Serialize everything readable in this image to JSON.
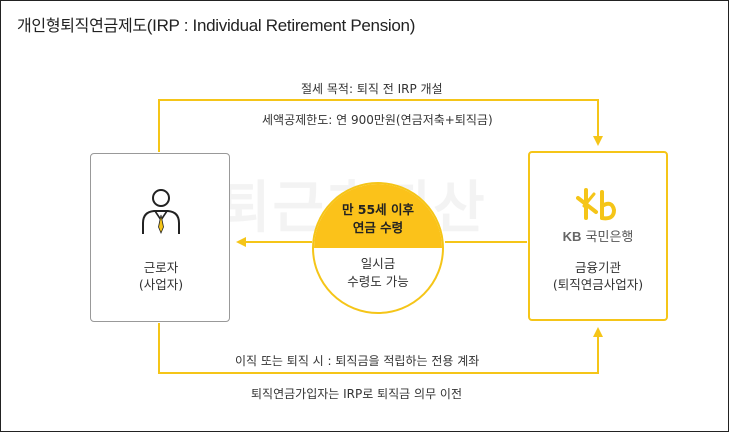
{
  "title": {
    "korean": "개인형퇴직연금제도",
    "latin": "(IRP : Individual Retirement Pension)"
  },
  "watermark": "@퇴근후지산",
  "top_flow": {
    "label": "절세 목적: 퇴직 전 IRP 개설",
    "sublabel": "세액공제한도: 연 900만원(연금저축+퇴직금)"
  },
  "bottom_flow": {
    "label": "이직 또는 퇴직 시 : 퇴직금을 적립하는 전용 계좌",
    "sublabel": "퇴직연금가입자는 IRP로 퇴직금 의무 이전"
  },
  "worker": {
    "label_line1": "근로자",
    "label_line2": "(사업자)",
    "icon": "person-icon"
  },
  "bank": {
    "logo_kb": "KB",
    "logo_name": "국민은행",
    "label_line1": "금융기관",
    "label_line2": "(퇴직연금사업자)",
    "icon": "kb-logo-icon"
  },
  "center_circle": {
    "top_line1": "만 55세 이후",
    "top_line2": "연금 수령",
    "bottom_line1": "일시금",
    "bottom_line2": "수령도 가능"
  },
  "colors": {
    "accent": "#f5c518",
    "circle_fill": "#fbc21a",
    "box_border": "#999999"
  }
}
